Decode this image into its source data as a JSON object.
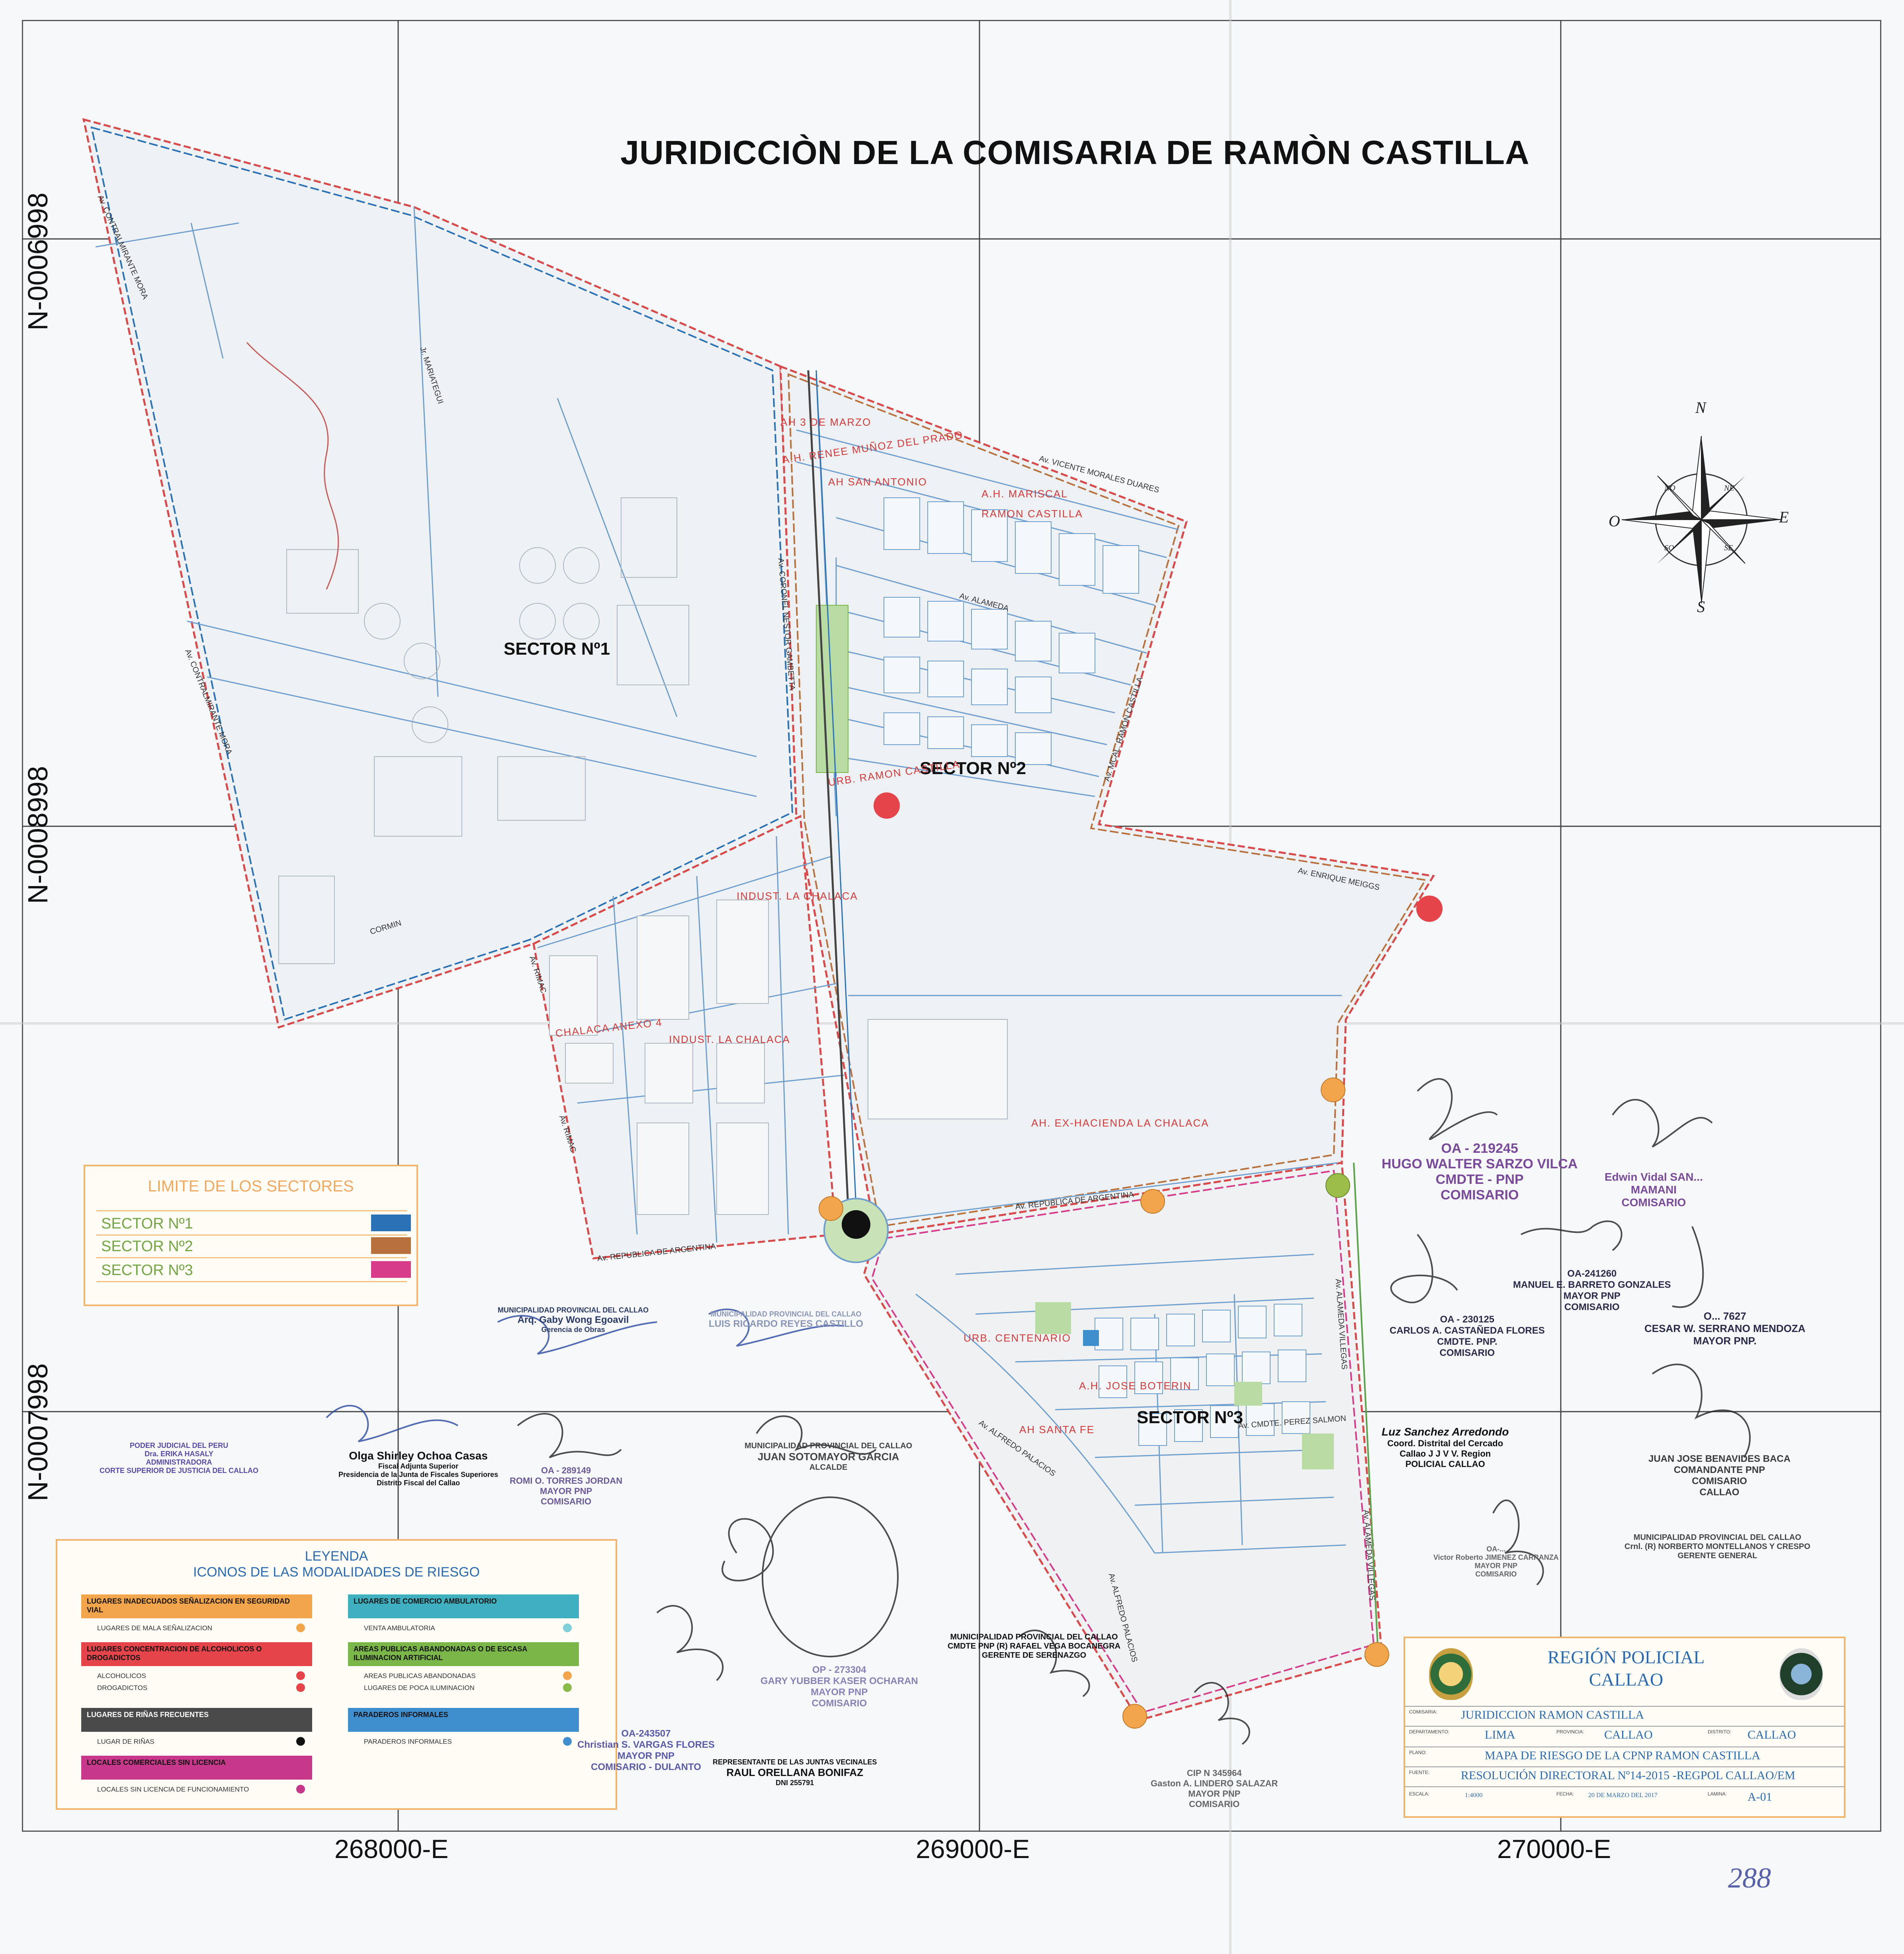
{
  "title": "JURIDICCIÒN DE LA COMISARIA DE RAMÒN CASTILLA",
  "grid": {
    "northing": [
      "N-0006998",
      "N-0008998",
      "N-0007998"
    ],
    "easting": [
      "268000-E",
      "269000-E",
      "270000-E"
    ]
  },
  "sectors": {
    "sector1": "SECTOR Nº1",
    "sector2": "SECTOR Nº2",
    "sector3": "SECTOR Nº3"
  },
  "streets": {
    "almirante_mora": "Av. CONTRALMIRANTE MORA",
    "contralmirante_mora_2": "Av. CONTRALMIRANTE MORA",
    "mariategui": "Jr. MARIATEGUI",
    "vicente_morales": "Av. VICENTE MORALES DUARES",
    "alameda": "Av. ALAMEDA",
    "nestor_gambetta": "Av. CORONEL NESTOR GAMBETTA",
    "ramon_castilla": "Av. MCAL. RAMON CASTILLA",
    "enrique_meiggs": "Av. ENRIQUE MEIGGS",
    "cormin": "CORMIN",
    "rimac1": "Av. RIMAC",
    "rimac2": "Av. RIMAC",
    "republica_argentina1": "Av. REPUBLICA DE ARGENTINA",
    "republica_argentina2": "Av. REPUBLICA DE ARGENTINA",
    "alameda_villegas1": "Av. ALAMEDA VILLEGAS",
    "alameda_villegas2": "Av. ALAMEDA VILLEGAS",
    "alfredo_palacios1": "Av. ALFREDO PALACIOS",
    "alfredo_palacios2": "Av. ALFREDO PALACIOS",
    "cmdte_perez_salmon": "Av. CMDTE. PEREZ SALMON"
  },
  "places": {
    "ah_3_marzo": "AH 3 DE MARZO",
    "renee_munoz": "A.H. RENEE MUÑOZ DEL PRADO",
    "ah_san_antonio": "AH SAN ANTONIO",
    "mariscal_rc": "A.H. MARISCAL",
    "mariscal_rc2": "RAMON CASTILLA",
    "urb_ramon_castilla": "URB. RAMON CASTILLA",
    "indust_chalaca": "INDUST. LA CHALACA",
    "indust_chalaca2": "INDUST. LA CHALACA",
    "chalaca_anexo": "CHALACA ANEXO 4",
    "ex_hacienda": "AH. EX-HACIENDA LA CHALACA",
    "urb_centenario": "URB. CENTENARIO",
    "jose_boterin": "A.H. JOSE BOTERIN",
    "ah_santa_fe": "AH SANTA FE"
  },
  "compass": {
    "n": "N",
    "s": "S",
    "e": "E",
    "o": "O",
    "ne": "NE",
    "no": "NO",
    "se": "SE",
    "so": "SO"
  },
  "limits": {
    "header": "LIMITE DE LOS SECTORES",
    "rows": [
      {
        "label": "SECTOR Nº1",
        "color": "#2a72b5"
      },
      {
        "label": "SECTOR Nº2",
        "color": "#b8703c"
      },
      {
        "label": "SECTOR Nº3",
        "color": "#d63c88"
      }
    ]
  },
  "legend": {
    "title1": "LEYENDA",
    "title2": "ICONOS DE LAS MODALIDADES DE RIESGO",
    "left": [
      {
        "band": "LUGARES INADECUADOS SEÑALIZACION EN SEGURIDAD VIAL",
        "color": "#f2a54a",
        "items": [
          {
            "label": "LUGARES DE MALA SEÑALIZACION",
            "dot": "#f2a54a"
          }
        ]
      },
      {
        "band": "LUGARES CONCENTRACION DE ALCOHOLICOS O DROGADICTOS",
        "color": "#e5454a",
        "items": [
          {
            "label": "ALCOHOLICOS",
            "dot": "#e5454a"
          },
          {
            "label": "DROGADICTOS",
            "dot": "#e5454a"
          }
        ]
      },
      {
        "band": "LUGARES DE RIÑAS FRECUENTES",
        "color": "#4a4a4a",
        "items": [
          {
            "label": "LUGAR DE RIÑAS",
            "dot": "#111111"
          }
        ]
      },
      {
        "band": "LOCALES COMERCIALES SIN LICENCIA",
        "color": "#c8388a",
        "items": [
          {
            "label": "LOCALES SIN LICENCIA DE FUNCIONAMIENTO",
            "dot": "#c8388a"
          }
        ]
      }
    ],
    "right": [
      {
        "band": "LUGARES DE COMERCIO AMBULATORIO",
        "color": "#3fb0c0",
        "items": [
          {
            "label": "VENTA AMBULATORIA",
            "dot": "#7fd0d8"
          }
        ]
      },
      {
        "band": "AREAS PUBLICAS ABANDONADAS O DE ESCASA ILUMINACION ARTIFICIAL",
        "color": "#7ab648",
        "items": [
          {
            "label": "AREAS PUBLICAS ABANDONADAS",
            "dot": "#f2a54a"
          },
          {
            "label": "LUGARES DE POCA ILUMINACION",
            "dot": "#8aba4a"
          }
        ]
      },
      {
        "band": "PARADEROS INFORMALES",
        "color": "#3f8fcf",
        "items": [
          {
            "label": "PARADEROS INFORMALES",
            "dot": "#3f8fcf"
          }
        ]
      }
    ]
  },
  "signatures": [
    {
      "line1": "OA - 219245",
      "line2": "HUGO WALTER SARZO VILCA",
      "line3": "CMDTE - PNP",
      "line4": "COMISARIO"
    },
    {
      "line1": "Edwin Vidal SAN...",
      "line2": "MAMANI",
      "line3": "COMISARIO",
      "line4": ""
    },
    {
      "line1": "OA-241260",
      "line2": "MANUEL E. BARRETO GONZALES",
      "line3": "MAYOR PNP",
      "line4": "COMISARIO"
    },
    {
      "line1": "OA - 230125",
      "line2": "CARLOS A. CASTAÑEDA FLORES",
      "line3": "CMDTE. PNP.",
      "line4": "COMISARIO"
    },
    {
      "line1": "O... 7627",
      "line2": "CESAR W. SERRANO MENDOZA",
      "line3": "MAYOR PNP.",
      "line4": ""
    },
    {
      "line1": "MUNICIPALIDAD PROVINCIAL DEL CALLAO",
      "line2": "Arq. Gaby Wong Egoavil",
      "line3": "Gerencia de Obras",
      "line4": ""
    },
    {
      "line1": "MUNICIPALIDAD PROVINCIAL DEL CALLAO",
      "line2": "LUIS RICARDO REYES CASTILLO",
      "line3": "",
      "line4": ""
    },
    {
      "line1": "Olga Shirley Ochoa Casas",
      "line2": "Fiscal Adjunta Superior",
      "line3": "Presidencia de la Junta de Fiscales Superiores",
      "line4": "Distrito Fiscal del Callao"
    },
    {
      "line1": "OA - 289149",
      "line2": "ROMI O. TORRES JORDAN",
      "line3": "MAYOR PNP",
      "line4": "COMISARIO"
    },
    {
      "line1": "Luz Sanchez Arredondo",
      "line2": "Coord. Distrital del Cercado",
      "line3": "Callao J J V V. Region",
      "line4": "POLICIAL CALLAO"
    },
    {
      "line1": "JUAN JOSE BENAVIDES BACA",
      "line2": "COMANDANTE PNP",
      "line3": "COMISARIO",
      "line4": "CALLAO"
    },
    {
      "line1": "PODER JUDICIAL DEL PERU",
      "line2": "Dra. ERIKA HASALY",
      "line3": "ADMINISTRADORA",
      "line4": "CORTE SUPERIOR DE JUSTICIA DEL CALLAO"
    },
    {
      "line1": "MUNICIPALIDAD PROVINCIAL DEL CALLAO",
      "line2": "JUAN SOTOMAYOR GARCIA",
      "line3": "ALCALDE",
      "line4": ""
    },
    {
      "line1": "OA-...",
      "line2": "Victor Roberto JIMENEZ CARRANZA",
      "line3": "MAYOR PNP",
      "line4": "COMISARIO"
    },
    {
      "line1": "MUNICIPALIDAD PROVINCIAL DEL CALLAO",
      "line2": "Crnl. (R) NORBERTO MONTELLANOS Y CRESPO",
      "line3": "GERENTE GENERAL",
      "line4": ""
    },
    {
      "line1": "OP - 273304",
      "line2": "GARY YUBBER KASER OCHARAN",
      "line3": "MAYOR PNP",
      "line4": "COMISARIO"
    },
    {
      "line1": "MUNICIPALIDAD PROVINCIAL DEL CALLAO",
      "line2": "CMDTE PNP (R) RAFAEL VEGA BOCANEGRA",
      "line3": "GERENTE DE SERENAZGO",
      "line4": ""
    },
    {
      "line1": "OA-243507",
      "line2": "Christian S. VARGAS FLORES",
      "line3": "MAYOR PNP",
      "line4": "COMISARIO - DULANTO"
    },
    {
      "line1": "REPRESENTANTE DE LAS JUNTAS VECINALES",
      "line2": "RAUL ORELLANA BONIFAZ",
      "line3": "DNI 255791",
      "line4": ""
    },
    {
      "line1": "CIP N 345964",
      "line2": "Gaston A. LINDERO SALAZAR",
      "line3": "MAYOR PNP",
      "line4": "COMISARIO"
    }
  ],
  "title_block": {
    "region": "REGIÓN POLICIAL",
    "region2": "CALLAO",
    "comisaria_lab": "COMISARIA:",
    "comisaria": "JURIDICCION RAMON CASTILLA",
    "departamento_lab": "DEPARTAMENTO:",
    "departamento": "LIMA",
    "provincia_lab": "PROVINCIA:",
    "provincia": "CALLAO",
    "distrito_lab": "DISTRITO:",
    "distrito": "CALLAO",
    "plano_lab": "PLANO:",
    "plano": "MAPA DE RIESGO DE LA CPNP RAMON CASTILLA",
    "fuente_lab": "FUENTE:",
    "fuente": "RESOLUCIÓN DIRECTORAL Nº14-2015 -REGPOL CALLAO/EM",
    "escala_lab": "ESCALA:",
    "escala": "1:4000",
    "fecha_lab": "FECHA:",
    "fecha": "20 DE MARZO DEL 2017",
    "lamina_lab": "LAMINA:",
    "lamina": "A-01"
  },
  "page_number": "288"
}
